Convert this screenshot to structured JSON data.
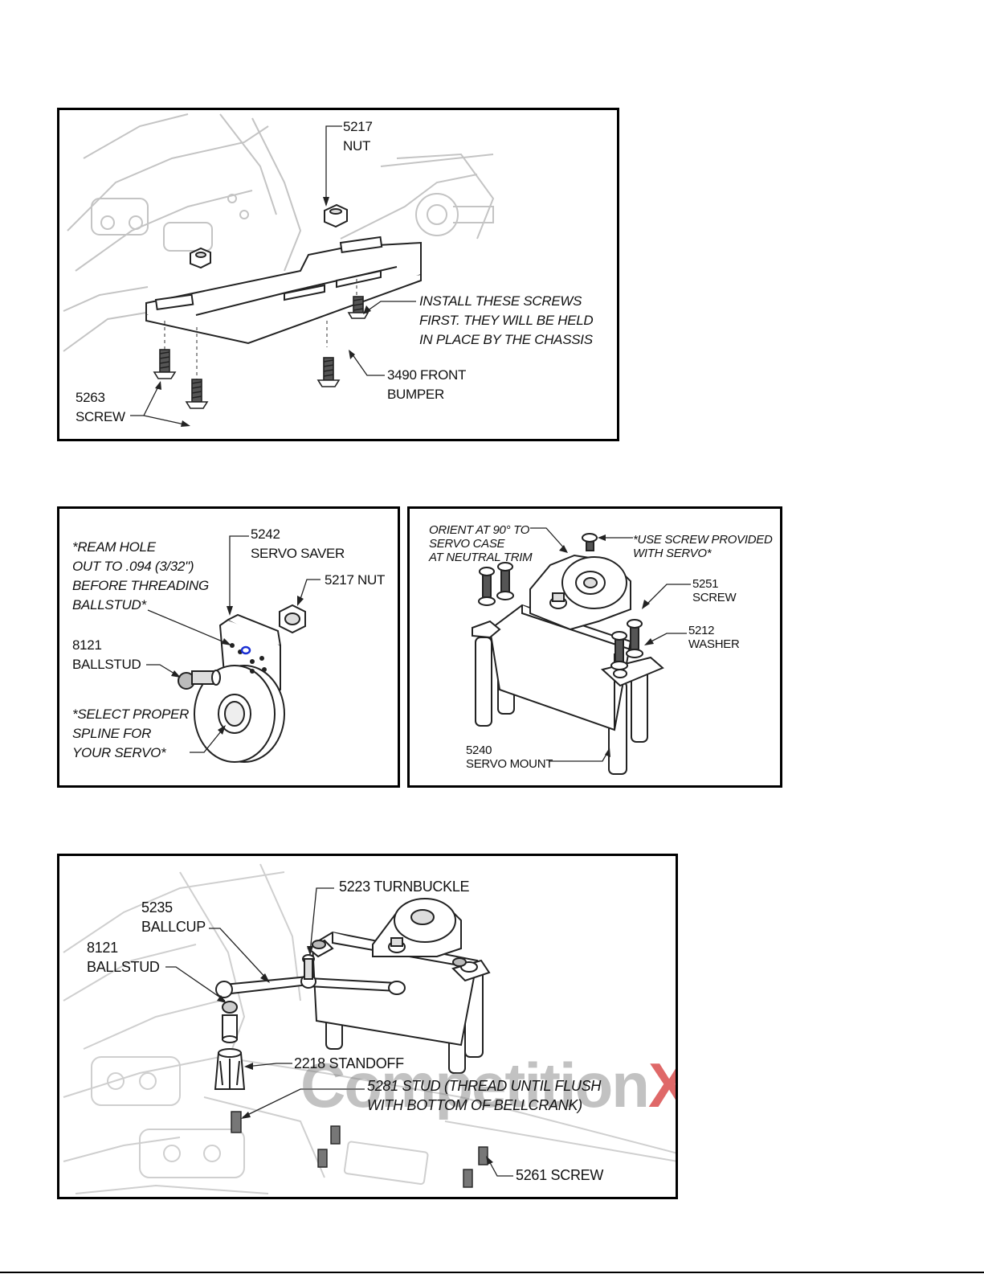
{
  "panel_bumper": {
    "nut_label": [
      "5217",
      "NUT"
    ],
    "install_note": [
      "INSTALL THESE SCREWS",
      "FIRST.  THEY WILL BE HELD",
      "IN PLACE BY THE CHASSIS"
    ],
    "bumper_label": [
      "3490 FRONT",
      "BUMPER"
    ],
    "screw_label": [
      "5263",
      "SCREW"
    ]
  },
  "panel_servo_saver": {
    "ream_note": [
      "*REAM HOLE",
      "OUT TO .094 (3/32\")",
      "BEFORE THREADING",
      "BALLSTUD*"
    ],
    "saver_label": [
      "5242",
      "SERVO SAVER"
    ],
    "nut_label": "5217 NUT",
    "ballstud_label": [
      "8121",
      "BALLSTUD"
    ],
    "spline_note": [
      "*SELECT PROPER",
      "SPLINE FOR",
      "YOUR SERVO*"
    ]
  },
  "panel_servo_mount": {
    "orient_note": [
      "ORIENT AT 90° TO",
      "SERVO CASE",
      "AT NEUTRAL TRIM"
    ],
    "screw_note": [
      "*USE SCREW PROVIDED",
      "WITH SERVO*"
    ],
    "screw_label": [
      "5251",
      "SCREW"
    ],
    "washer_label": [
      "5212",
      "WASHER"
    ],
    "mount_label": [
      "5240",
      "SERVO MOUNT"
    ]
  },
  "panel_steering": {
    "turnbuckle_label": "5223 TURNBUCKLE",
    "ballcup_label": [
      "5235",
      "BALLCUP"
    ],
    "ballstud_label": [
      "8121",
      "BALLSTUD"
    ],
    "standoff_label": "2218 STANDOFF",
    "stud_label": [
      "5281 STUD (THREAD UNTIL FLUSH",
      "WITH BOTTOM OF BELLCRANK)"
    ],
    "screw_label": "5261 SCREW",
    "watermark_main": "Competition",
    "watermark_accent": "X"
  }
}
